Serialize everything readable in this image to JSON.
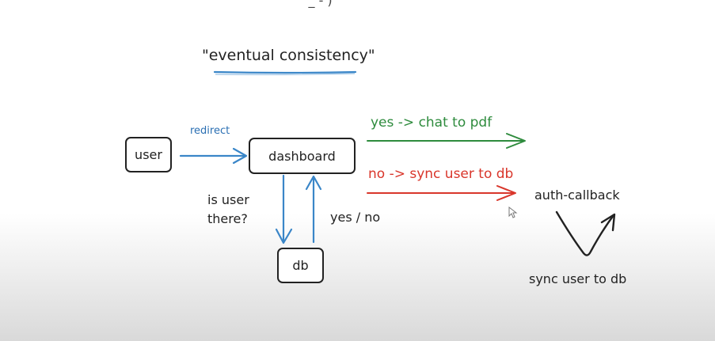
{
  "top_partial_text": "' _ - )",
  "title": "\"eventual consistency\"",
  "nodes": {
    "user": "user",
    "dashboard": "dashboard",
    "db": "db",
    "auth_callback": "auth-callback"
  },
  "labels": {
    "redirect": "redirect",
    "yes": "yes -> chat to pdf",
    "no": "no -> sync user to db",
    "question": "is user\nthere?",
    "yes_no": "yes / no",
    "sync": "sync user to db"
  },
  "colors": {
    "blue": "#3a86c8",
    "green": "#2e8b3d",
    "red": "#d9362b",
    "ink": "#222222"
  }
}
